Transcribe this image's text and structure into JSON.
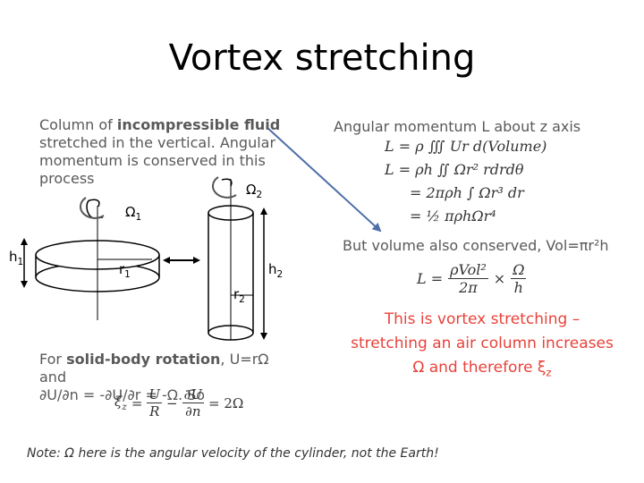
{
  "title": "Vortex stretching",
  "left_text": {
    "line1_pre": "Column of ",
    "line1_bold": "incompressible fluid",
    "line2": "stretched in the vertical. Angular",
    "line3": "momentum is conserved in this",
    "line4": "process"
  },
  "labels": {
    "omega1": "Ω",
    "omega1_sub": "1",
    "omega2": "Ω",
    "omega2_sub": "2",
    "h1": "h",
    "h1_sub": "1",
    "h2": "h",
    "h2_sub": "2",
    "r1": "r",
    "r1_sub": "1",
    "r2": "r",
    "r2_sub": "2"
  },
  "right_text": {
    "heading": "Angular momentum L about z axis",
    "eq1": "L = ρ ∭ Ur d(Volume)",
    "eq2": "L = ρh ∬ Ωr² rdrdθ",
    "eq3": "= 2πρh ∫ Ωr³ dr",
    "eq4": "= ½ πρhΩr⁴",
    "volume_line": "But volume also conserved, Vol=πr²h",
    "eq5_lhs": "L =",
    "eq5_num": "ρVol²",
    "eq5_den": "2π",
    "eq5_times": "×",
    "eq5_num2": "Ω",
    "eq5_den2": "h"
  },
  "conclusion": {
    "line1": "This is vortex stretching –",
    "line2": "stretching an air column increases",
    "line3": "Ω and therefore ξ",
    "line3_sub": "z"
  },
  "bottom_left": {
    "line1_pre": "For ",
    "line1_bold": "solid-body rotation",
    "line1_post": ", U=rΩ and",
    "line2": "∂U/∂n = -∂U/∂r = -Ω. So",
    "xi": "ξ",
    "xi_sub": "z",
    "eq_eq": "=",
    "U": "U",
    "R": "R",
    "minus": "−",
    "dU": "∂U",
    "dn": "∂n",
    "rhs": "= 2Ω"
  },
  "note": "Note: Ω here is the angular velocity of the cylinder, not the Earth!",
  "colors": {
    "text_gray": "#595959",
    "red": "#e8423a",
    "arrow_blue": "#4f6fa8",
    "black": "#000000"
  }
}
